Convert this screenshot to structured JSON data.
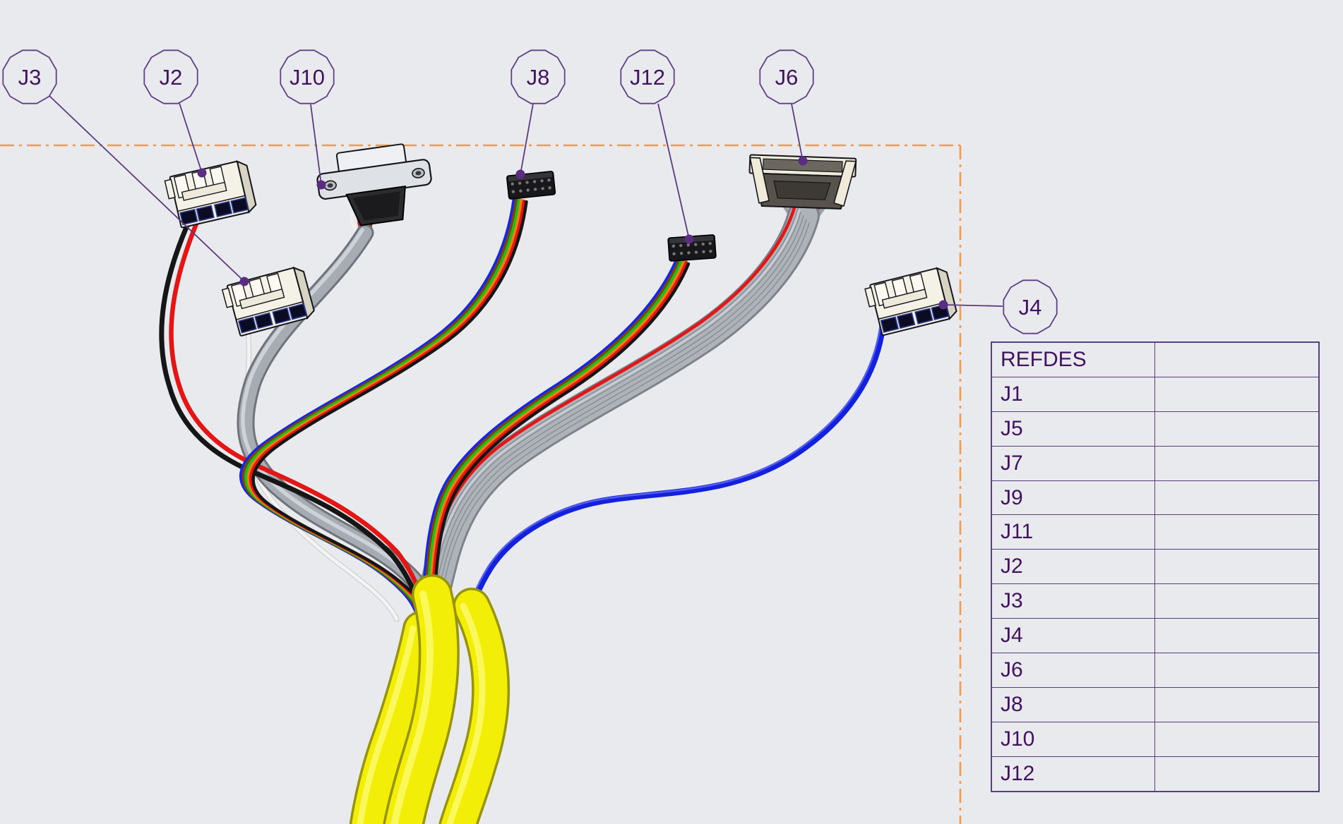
{
  "app": {
    "type": "cad-harness-drawing",
    "background": "#e9eaee"
  },
  "drawing_border": {
    "style": "dash-dot",
    "color": "#f29a4d"
  },
  "balloons": [
    {
      "label": "J3"
    },
    {
      "label": "J2"
    },
    {
      "label": "J10"
    },
    {
      "label": "J8"
    },
    {
      "label": "J12"
    },
    {
      "label": "J6"
    },
    {
      "label": "J4"
    }
  ],
  "connectors": [
    {
      "ref": "J2",
      "style": "white-4pos-receptacle",
      "wires": [
        "black",
        "red"
      ]
    },
    {
      "ref": "J3",
      "style": "white-4pos-receptacle",
      "wires": [
        "white"
      ]
    },
    {
      "ref": "J10",
      "style": "d-sub-9-plug",
      "wires": [
        "white",
        "red",
        "green",
        "brown"
      ],
      "cable": "gray-round"
    },
    {
      "ref": "J8",
      "style": "black-dual-row-header",
      "wires": [
        "blue",
        "brown",
        "green",
        "orange",
        "red",
        "black"
      ]
    },
    {
      "ref": "J12",
      "style": "black-dual-row-header",
      "wires": [
        "blue",
        "brown",
        "green",
        "orange",
        "red",
        "black"
      ]
    },
    {
      "ref": "J6",
      "style": "idc-ribbon-connector",
      "cable": "gray-ribbon-red-stripe"
    },
    {
      "ref": "J4",
      "style": "white-4pos-receptacle",
      "wires": [
        "blue"
      ]
    }
  ],
  "sheaths": {
    "color": "#f2ee08",
    "count": 3
  },
  "table": {
    "header": [
      "REFDES",
      ""
    ],
    "rows": [
      [
        "J1",
        ""
      ],
      [
        "J5",
        ""
      ],
      [
        "J7",
        ""
      ],
      [
        "J9",
        ""
      ],
      [
        "J11",
        ""
      ],
      [
        "J2",
        ""
      ],
      [
        "J3",
        ""
      ],
      [
        "J4",
        ""
      ],
      [
        "J6",
        ""
      ],
      [
        "J8",
        ""
      ],
      [
        "J10",
        ""
      ],
      [
        "J12",
        ""
      ]
    ]
  },
  "palette": {
    "balloon_outline": "#5f3f86",
    "label_text": "#42135f",
    "leader": "#5b3a80",
    "leader_dot": "#5b2d82",
    "table_line": "#5a3f7e",
    "border_orange": "#f29a4d",
    "wire_red": "#e31515",
    "wire_black": "#161616",
    "wire_white": "#f3f3f3",
    "wire_green": "#17c217",
    "wire_orange": "#f07f12",
    "wire_blue": "#1626e6",
    "wire_brown": "#7a4412",
    "cable_gray": "#a7acb4",
    "ribbon_gray": "#aeb3ba",
    "sheath_yellow": "#f2ee08"
  }
}
